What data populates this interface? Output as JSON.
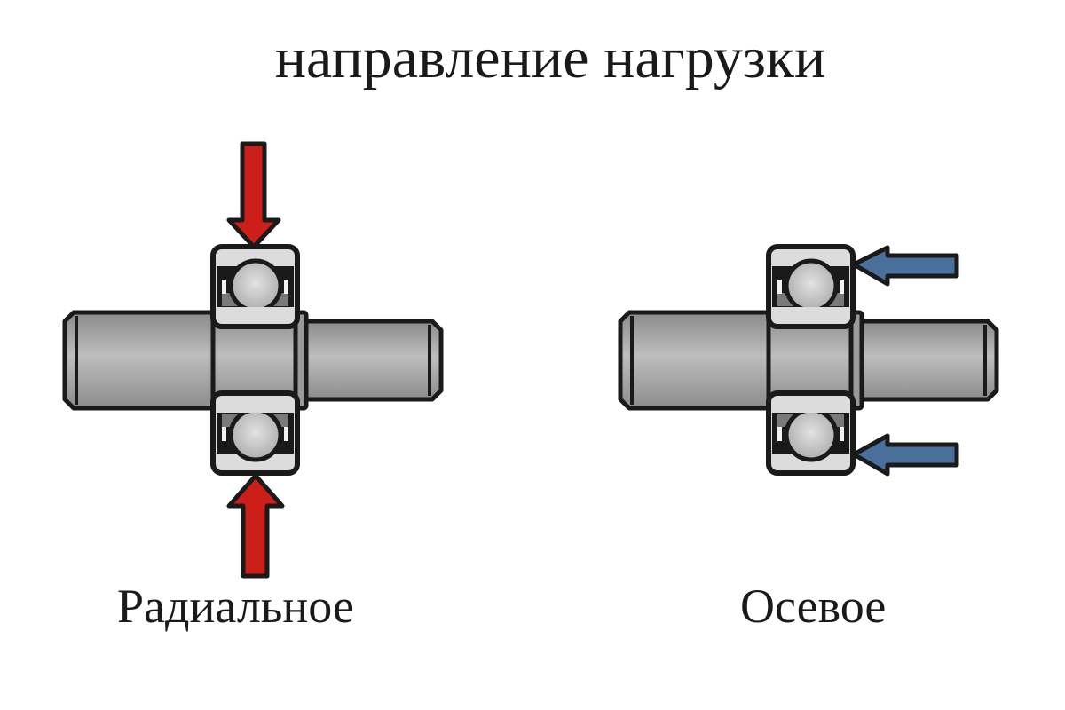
{
  "title": "направление нагрузки",
  "diagrams": [
    {
      "label": "Радиальное",
      "load_direction": "radial",
      "arrow_color": "#cc1f1a",
      "arrows": [
        "arrow-down-icon",
        "arrow-up-icon"
      ]
    },
    {
      "label": "Осевое",
      "load_direction": "axial",
      "arrow_color": "#48709b",
      "arrows": [
        "arrow-left-icon",
        "arrow-left-icon"
      ]
    }
  ],
  "colors": {
    "outline": "#1a1a1a",
    "ring": "#dcdcdc",
    "shaft": "#a6a6a6",
    "ball": "#c8c8c8"
  }
}
